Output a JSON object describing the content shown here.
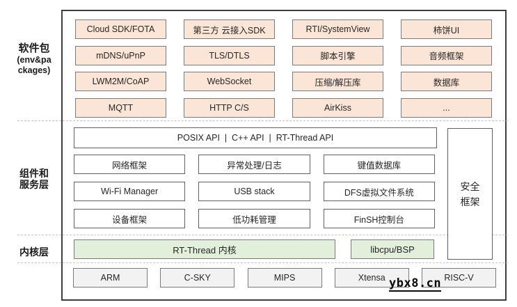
{
  "colors": {
    "package-fill": "#fbe5d6",
    "kernel-fill": "#e2efda",
    "cpu-fill": "#f2f2f2",
    "box-border": "#7a7a7a",
    "frame-border": "#3d3d3d",
    "text": "#262626"
  },
  "packages": {
    "label_zh": "软件包",
    "label_en1": "(env&pa",
    "label_en2": "ckages)",
    "items": [
      "Cloud SDK/FOTA",
      "第三方 云接入SDK",
      "RTI/SystemView",
      "柿饼UI",
      "mDNS/uPnP",
      "TLS/DTLS",
      "脚本引擎",
      "音频框架",
      "LWM2M/CoAP",
      "WebSocket",
      "压缩/解压库",
      "数据库",
      "MQTT",
      "HTTP C/S",
      "AirKiss",
      "..."
    ]
  },
  "components": {
    "label_line1": "组件和",
    "label_line2": "服务层",
    "api_bar": "POSIX API  |  C++ API  |  RT-Thread API",
    "items": [
      "网络框架",
      "异常处理/日志",
      "键值数据库",
      "Wi-Fi Manager",
      "USB stack",
      "DFS虚拟文件系统",
      "设备框架",
      "低功耗管理",
      "FinSH控制台"
    ],
    "security": [
      "安全",
      "框架"
    ]
  },
  "kernel": {
    "label": "内核层",
    "kernel_box": "RT-Thread 内核",
    "libcpu_box": "libcpu/BSP",
    "cpus": [
      "ARM",
      "C-SKY",
      "MIPS",
      "Xtensa",
      "RISC-V"
    ]
  },
  "watermark": "ybx8.cn"
}
